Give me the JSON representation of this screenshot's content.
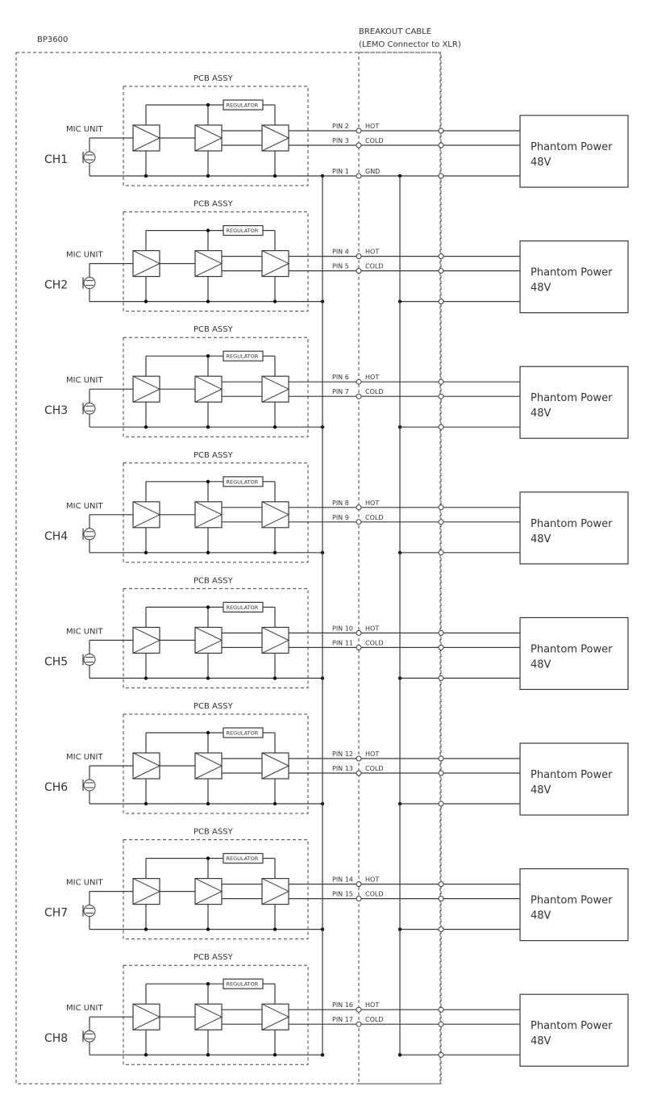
{
  "title": {
    "device": "BP3600",
    "cable_line1": "BREAKOUT CABLE",
    "cable_line2": "(LEMO Connector to XLR)"
  },
  "labels": {
    "pcb": "PCB ASSY",
    "regulator": "REGULATOR",
    "mic_unit": "MIC UNIT",
    "hot": "HOT",
    "cold": "COLD",
    "gnd": "GND",
    "gnd_pin": "PIN 1",
    "phantom_line1": "Phantom Power",
    "phantom_line2": "48V"
  },
  "channels": [
    {
      "name": "CH1",
      "hot_pin": "PIN 2",
      "cold_pin": "PIN 3"
    },
    {
      "name": "CH2",
      "hot_pin": "PIN 4",
      "cold_pin": "PIN 5"
    },
    {
      "name": "CH3",
      "hot_pin": "PIN 6",
      "cold_pin": "PIN 7"
    },
    {
      "name": "CH4",
      "hot_pin": "PIN 8",
      "cold_pin": "PIN 9"
    },
    {
      "name": "CH5",
      "hot_pin": "PIN 10",
      "cold_pin": "PIN 11"
    },
    {
      "name": "CH6",
      "hot_pin": "PIN 12",
      "cold_pin": "PIN 13"
    },
    {
      "name": "CH7",
      "hot_pin": "PIN 14",
      "cold_pin": "PIN 15"
    },
    {
      "name": "CH8",
      "hot_pin": "PIN 16",
      "cold_pin": "PIN 17"
    }
  ],
  "colors": {
    "line": "#3a3a3a",
    "text": "#333333",
    "background": "#ffffff"
  }
}
